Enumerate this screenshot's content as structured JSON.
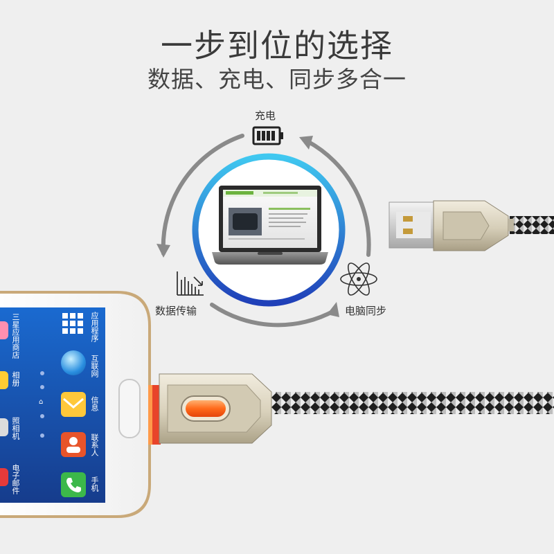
{
  "headline": {
    "title": "一步到位的选择",
    "subtitle": "数据、充电、同步多合一"
  },
  "features": {
    "charging": "充电",
    "data_transfer": "数据传输",
    "pc_sync": "电脑同步"
  },
  "phone_apps": {
    "left_column": [
      "三星应用商店",
      "相册",
      "照相机",
      "电子邮件"
    ],
    "right_column": [
      "应用程序",
      "互联网",
      "信息",
      "联系人",
      "手机"
    ]
  },
  "colors": {
    "background": "#efefef",
    "ring_gradient_start": "#40c8f0",
    "ring_gradient_end": "#1f3fb8",
    "arrow_gray": "#8a8a8a",
    "led_orange": "#ff6a1a",
    "connector_metal": "#d9d2bf",
    "phone_screen": "#1e4fb4"
  }
}
